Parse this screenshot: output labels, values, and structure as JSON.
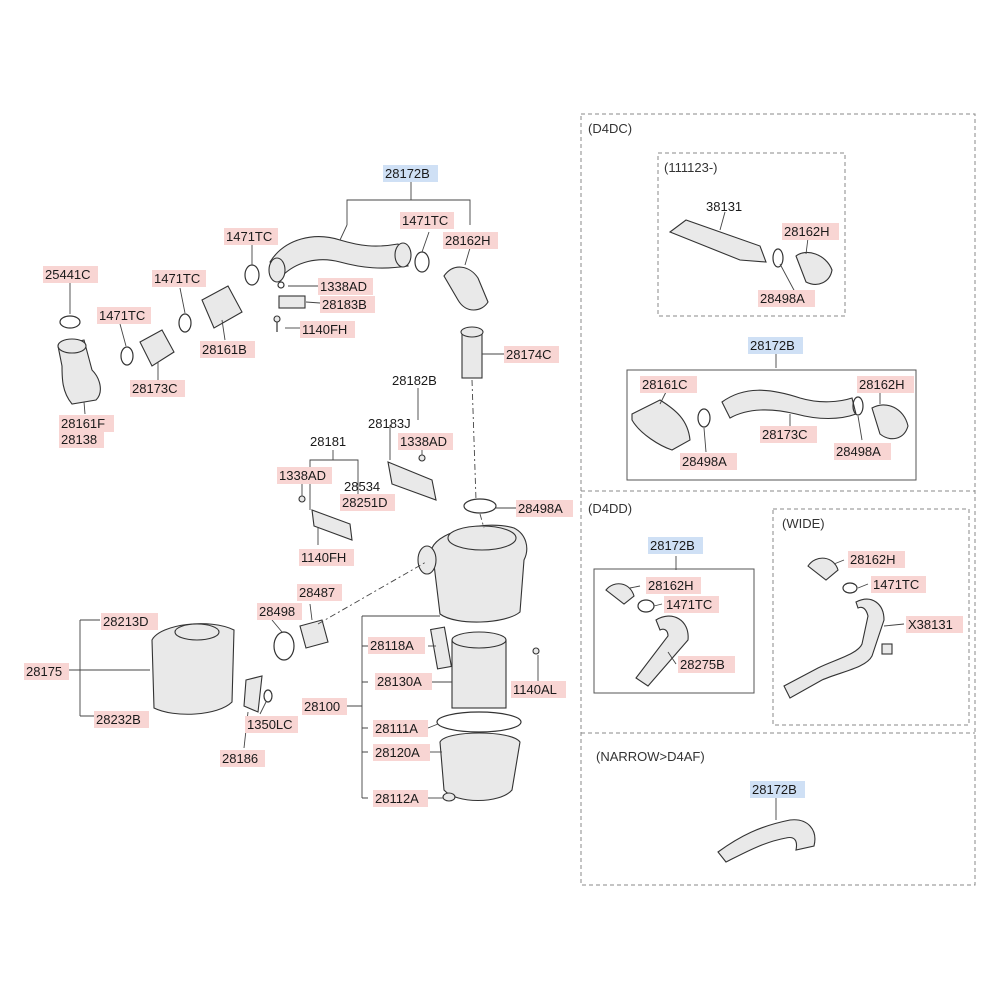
{
  "colors": {
    "part_label_bg": "#f8d5d3",
    "assembly_label_bg": "#cfe0f5",
    "line": "#333333"
  },
  "labels": {
    "a28172B_top": "28172B",
    "a1471TC_1": "1471TC",
    "a1471TC_2": "1471TC",
    "a1471TC_3": "1471TC",
    "a1471TC_4": "1471TC",
    "a28162H_1": "28162H",
    "a25441C": "25441C",
    "a1338AD_1": "1338AD",
    "a28183B": "28183B",
    "a1140FH_1": "1140FH",
    "a28161B": "28161B",
    "a28173C_1": "28173C",
    "a28161F": "28161F",
    "a28138": "28138",
    "a28174C": "28174C",
    "a28182B": "28182B",
    "a28183J": "28183J",
    "a1338AD_2": "1338AD",
    "a28181": "28181",
    "a1338AD_3": "1338AD",
    "a28534": "28534",
    "a28251D": "28251D",
    "a1140FH_2": "1140FH",
    "a28498A_1": "28498A",
    "a28213D": "28213D",
    "a28175": "28175",
    "a28232B": "28232B",
    "a28498": "28498",
    "a28487": "28487",
    "a1350LC": "1350LC",
    "a28186": "28186",
    "a28118A": "28118A",
    "a28130A": "28130A",
    "a28100": "28100",
    "a28111A": "28111A",
    "a28120A": "28120A",
    "a28112A": "28112A",
    "a1140AL": "1140AL",
    "d4dc_title": "(D4DC)",
    "d4dc_sub": "(111123-)",
    "a38131": "38131",
    "a28162H_2": "28162H",
    "a28498A_2": "28498A",
    "a28172B_d4dc": "28172B",
    "a28161C": "28161C",
    "a28162H_3": "28162H",
    "a28498A_3": "28498A",
    "a28173C_2": "28173C",
    "a28498A_4": "28498A",
    "d4dd_title": "(D4DD)",
    "a28172B_d4dd": "28172B",
    "a28162H_4": "28162H",
    "a1471TC_5": "1471TC",
    "a28275B": "28275B",
    "wide_title": "(WIDE)",
    "a28162H_5": "28162H",
    "a1471TC_6": "1471TC",
    "aX38131": "X38131",
    "narrow_title": "(NARROW>D4AF)",
    "a28172B_narrow": "28172B"
  }
}
